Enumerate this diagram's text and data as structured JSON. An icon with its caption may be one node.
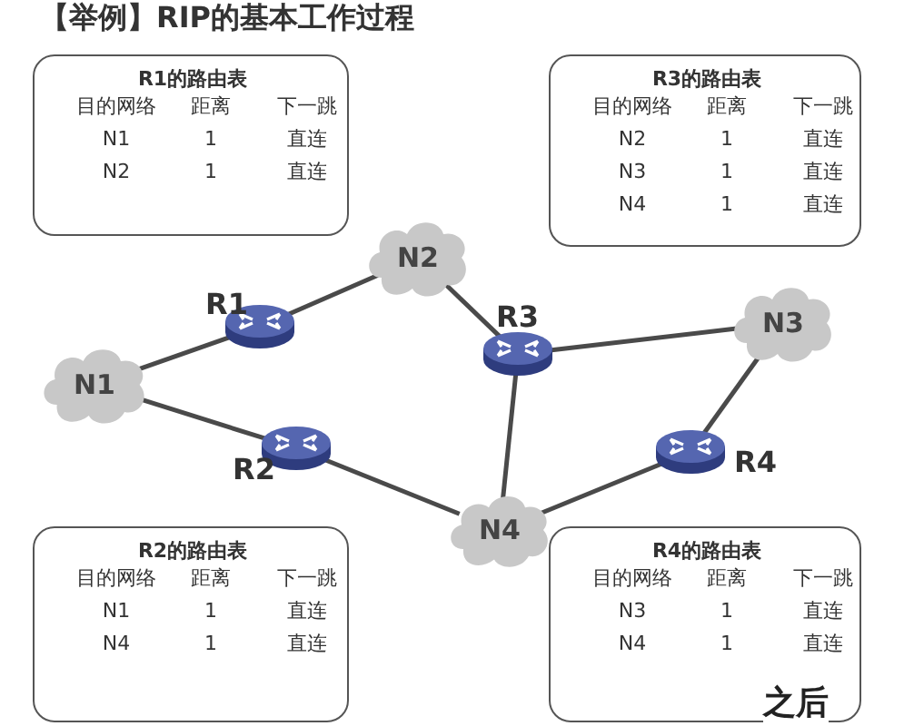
{
  "diagram": {
    "title": "【举例】RIP的基本工作过程",
    "nodes": [
      {
        "text": [
          "R1的路由表",
          "目的网络",
          "距离",
          "下一跳",
          "N1",
          "1",
          "直连",
          "N2",
          "1",
          "直连"
        ]
      },
      {
        "text": [
          "R3的路由表",
          "目的网络",
          "距离",
          "下一跳",
          "N2",
          "1",
          "直连",
          "N3",
          "1",
          "直连",
          "N4",
          "1",
          "直连"
        ]
      },
      {
        "text": [
          "R2的路由表",
          "目的网络",
          "距离",
          "下一跳",
          "N1",
          "1",
          "直连",
          "N4",
          "1",
          "直连"
        ]
      },
      {
        "text": [
          "R4的路由表",
          "目的网络",
          "距离",
          "下一跳",
          "N3",
          "1",
          "直连",
          "N4",
          "1",
          "直连"
        ]
      },
      {
        "text": [
          "N1"
        ]
      },
      {
        "text": [
          "N2"
        ]
      },
      {
        "text": [
          "N3"
        ]
      },
      {
        "text": [
          "N4"
        ]
      },
      {
        "text": [],
        "shape": "router",
        "beside": [
          "R1"
        ]
      },
      {
        "text": [],
        "shape": "router",
        "beside": [
          "R2"
        ]
      },
      {
        "text": [],
        "shape": "router",
        "beside": [
          "R3"
        ]
      },
      {
        "text": [],
        "shape": "router",
        "beside": [
          "R4"
        ]
      }
    ],
    "edges": [
      {
        "from": 4,
        "to": 8,
        "arrow": "none"
      },
      {
        "from": 8,
        "to": 5,
        "arrow": "none"
      },
      {
        "from": 5,
        "to": 10,
        "arrow": "none"
      },
      {
        "from": 10,
        "to": 6,
        "arrow": "none"
      },
      {
        "from": 6,
        "to": 11,
        "arrow": "none"
      },
      {
        "from": 11,
        "to": 7,
        "arrow": "none"
      },
      {
        "from": 10,
        "to": 7,
        "arrow": "none"
      },
      {
        "from": 4,
        "to": 9,
        "arrow": "none"
      },
      {
        "from": 9,
        "to": 7,
        "arrow": "none"
      }
    ],
    "labels": [
      "之后"
    ]
  }
}
